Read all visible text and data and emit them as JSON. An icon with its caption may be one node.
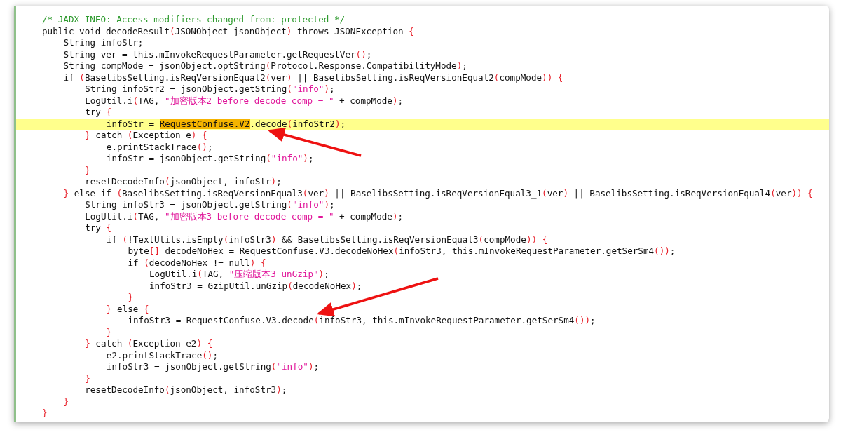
{
  "diagram": {
    "nodes": [
      {
        "text": [
          "infoStr = RequestConfuse.V2.decode(infoStr2);"
        ]
      },
      {
        "text": [
          "infoStr3 = RequestConfuse.V3.decode(infoStr3, this.mInvokeRequestParameter.getSerSm4());"
        ]
      }
    ],
    "edges": [
      {
        "from": null,
        "to": 0,
        "arrow": "to"
      },
      {
        "from": null,
        "to": 1,
        "arrow": "to"
      }
    ],
    "labels": [
      "/* JADX INFO: Access modifiers changed from: protected */",
      "public void decodeResult(JSONObject jsonObject) throws JSONException {",
      "String infoStr;",
      "String ver = this.mInvokeRequestParameter.getRequestVer();",
      "String compMode = jsonObject.optString(Protocol.Response.CompatibilityMode);",
      "if (BaselibsSetting.isReqVersionEqual2(ver) || BaselibsSetting.isReqVersionEqual2(compMode)) {",
      "String infoStr2 = jsonObject.getString(\"info\");",
      "LogUtil.i(TAG, \"加密版本2 before decode comp = \" + compMode);",
      "try {",
      "} catch (Exception e) {",
      "e.printStackTrace();",
      "infoStr = jsonObject.getString(\"info\");",
      "}",
      "resetDecodeInfo(jsonObject, infoStr);",
      "} else if (BaselibsSetting.isReqVersionEqual3(ver) || BaselibsSetting.isReqVersionEqual3_1(ver) || BaselibsSetting.isReqVersionEqual4(ver)) {",
      "String infoStr3 = jsonObject.getString(\"info\");",
      "LogUtil.i(TAG, \"加密版本3 before decode comp = \" + compMode);",
      "try {",
      "if (!TextUtils.isEmpty(infoStr3) && BaselibsSetting.isReqVersionEqual3(compMode)) {",
      "byte[] decodeNoHex = RequestConfuse.V3.decodeNoHex(infoStr3, this.mInvokeRequestParameter.getSerSm4());",
      "if (decodeNoHex != null) {",
      "LogUtil.i(TAG, \"压缩版本3 unGzip\");",
      "infoStr3 = GzipUtil.unGzip(decodeNoHex);",
      "}",
      "} else {",
      "}",
      "} catch (Exception e2) {",
      "e2.printStackTrace();",
      "infoStr3 = jsonObject.getString(\"info\");",
      "}",
      "resetDecodeInfo(jsonObject, infoStr3);",
      "}",
      "}"
    ]
  }
}
